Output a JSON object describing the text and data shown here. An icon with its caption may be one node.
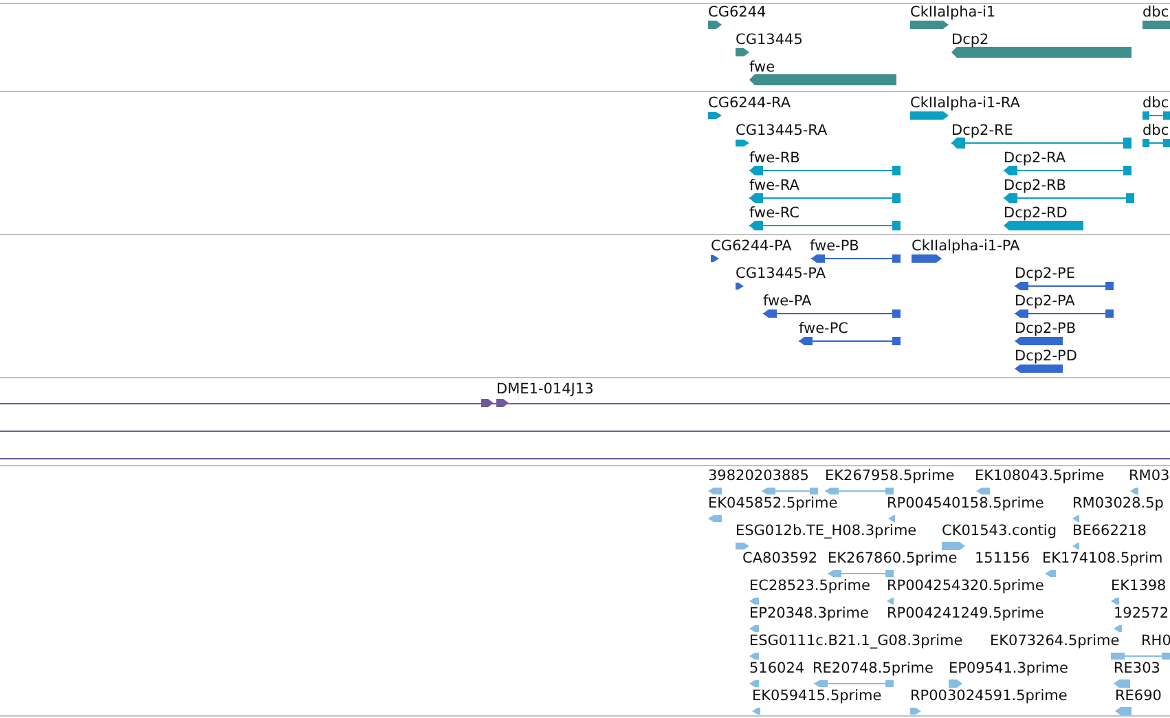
{
  "diagram": {
    "labels": [
      "CG6244",
      "CkIIalpha-i1",
      "dbc",
      "CG13445",
      "Dcp2",
      "fwe",
      "CG6244-RA",
      "CkIIalpha-i1-RA",
      "dbc",
      "CG13445-RA",
      "Dcp2-RE",
      "dbc",
      "fwe-RB",
      "Dcp2-RA",
      "fwe-RA",
      "Dcp2-RB",
      "fwe-RC",
      "Dcp2-RD",
      "CG6244-PA",
      "fwe-PB",
      "CkIIalpha-i1-PA",
      "CG13445-PA",
      "Dcp2-PE",
      "fwe-PA",
      "Dcp2-PA",
      "fwe-PC",
      "Dcp2-PB",
      "Dcp2-PD",
      "DME1-014J13",
      "39820203885",
      "EK267958.5prime",
      "EK108043.5prime",
      "RM03",
      "EK045852.5prime",
      "RP004540158.5prime",
      "RM03028.5p",
      "ESG012b.TE_H08.3prime",
      "CK01543.contig",
      "BE662218",
      "CA803592",
      "EK267860.5prime",
      "151156",
      "EK174108.5prim",
      "EC28523.5prime",
      "RP004254320.5prime",
      "EK1398",
      "EP20348.3prime",
      "RP004241249.5prime",
      "192572",
      "ESG0111c.B21.1_G08.3prime",
      "EK073264.5prime",
      "RH0",
      "516024",
      "RE20748.5prime",
      "EP09541.3prime",
      "RE303",
      "EK059415.5prime",
      "RP003024591.5prime",
      "RE690"
    ]
  }
}
